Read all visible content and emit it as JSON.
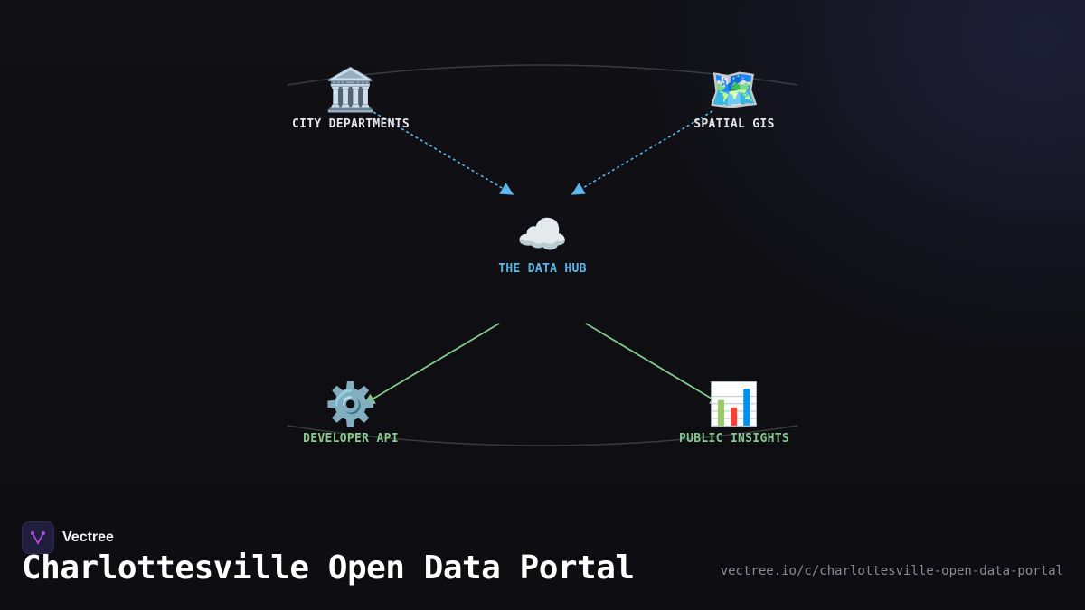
{
  "colors": {
    "input_arrow": "#5bb8ec",
    "output_line": "#82c98b",
    "input_label": "#e6e6ea",
    "hub_label": "#5bb8ec",
    "output_label": "#86c98c",
    "arc": "#3a3a40",
    "brand_accent": "#b04ad6"
  },
  "diagram": {
    "nodes": {
      "city_departments": {
        "icon": "classical-building-icon",
        "glyph": "🏛️",
        "label": "CITY DEPARTMENTS"
      },
      "spatial_gis": {
        "icon": "world-map-icon",
        "glyph": "🗺️",
        "label": "SPATIAL GIS"
      },
      "data_hub": {
        "icon": "cloud-icon",
        "glyph": "☁️",
        "label": "THE DATA HUB"
      },
      "developer_api": {
        "icon": "gear-icon",
        "glyph": "⚙️",
        "label": "DEVELOPER API"
      },
      "public_insights": {
        "icon": "bar-chart-icon",
        "glyph": "📊",
        "label": "PUBLIC INSIGHTS"
      }
    },
    "edges": [
      {
        "from": "city_departments",
        "to": "data_hub",
        "style": "dashed-arrow"
      },
      {
        "from": "spatial_gis",
        "to": "data_hub",
        "style": "dashed-arrow"
      },
      {
        "from": "data_hub",
        "to": "developer_api",
        "style": "solid-arrow"
      },
      {
        "from": "data_hub",
        "to": "public_insights",
        "style": "solid-arrow"
      }
    ]
  },
  "footer": {
    "brand_name": "Vectree",
    "brand_icon": "vectree-logo-icon",
    "title": "Charlottesville Open Data Portal",
    "url": "vectree.io/c/charlottesville-open-data-portal"
  }
}
